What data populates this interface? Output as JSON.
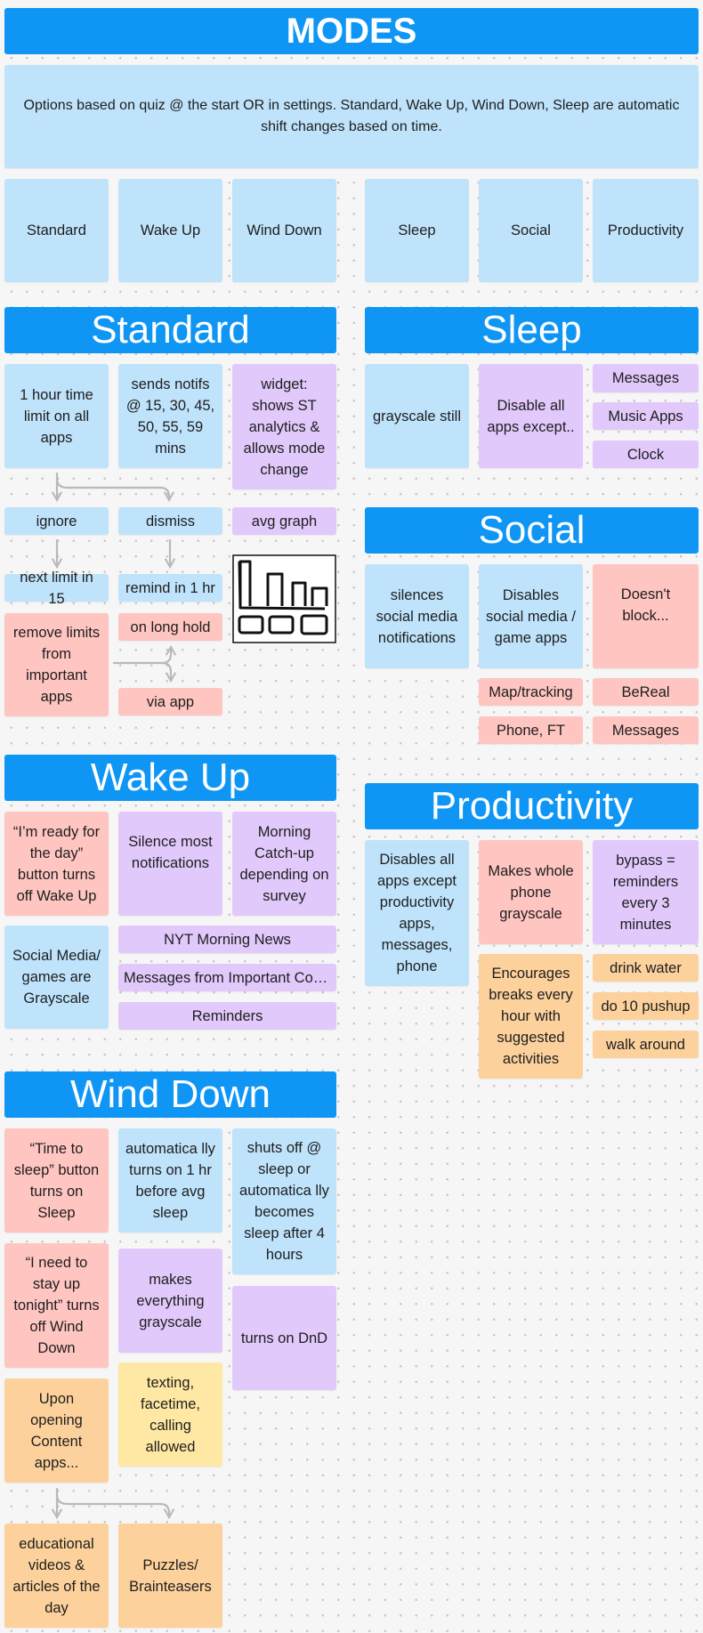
{
  "title": "MODES",
  "intro": "Options based on quiz @ the start OR in settings. Standard, Wake Up, Wind Down, Sleep are automatic shift changes based on time.",
  "mode_list": [
    "Standard",
    "Wake Up",
    "Wind Down",
    "Sleep",
    "Social",
    "Productivity"
  ],
  "standard": {
    "header": "Standard",
    "time_limit": "1 hour time limit on all apps",
    "notifs": "sends notifs @ 15, 30, 45, 50, 55, 59 mins",
    "widget": "widget: shows ST analytics & allows mode change",
    "ignore": "ignore",
    "dismiss": "dismiss",
    "avg_graph": "avg graph",
    "next_limit": "next limit in 15",
    "remind": "remind in 1 hr",
    "remove_limits": "remove limits from important apps",
    "long_hold": "on long hold",
    "via_app": "via app"
  },
  "sleep": {
    "header": "Sleep",
    "grayscale": "grayscale still",
    "disable": "Disable all apps except..",
    "exceptions": [
      "Messages",
      "Music Apps",
      "Clock"
    ]
  },
  "social": {
    "header": "Social",
    "silences": "silences social media notifications",
    "disables": "Disables social media / game apps",
    "doesnt_block": "Doesn't block...",
    "allowed": [
      "Map/tracking",
      "BeReal",
      "Phone, FT",
      "Messages"
    ]
  },
  "wake_up": {
    "header": "Wake Up",
    "ready_button": "“I’m ready for the day” button turns off Wake Up",
    "silence": "Silence most notifications",
    "catchup": "Morning Catch-up depending on survey",
    "grayscale": "Social Media/ games  are Grayscale",
    "catchup_items": [
      "NYT Morning News",
      "Messages from Important Contacts",
      "Reminders"
    ]
  },
  "productivity": {
    "header": "Productivity",
    "disables": "Disables all apps except productivity apps, messages, phone",
    "grayscale": "Makes whole phone grayscale",
    "bypass": "bypass = reminders every 3 minutes",
    "breaks": "Encourages breaks every hour with suggested activities",
    "activities": [
      "drink water",
      "do 10 pushup",
      "walk around"
    ]
  },
  "wind_down": {
    "header": "Wind Down",
    "sleep_button": "“Time to sleep” button turns on Sleep",
    "auto_on": "automatica lly turns on 1 hr before avg sleep",
    "shuts_off": "shuts off @ sleep or automatica lly becomes sleep after 4 hours",
    "stay_up": "“I need to stay up tonight” turns off Wind Down",
    "grayscale": "makes everything grayscale",
    "dnd": "turns on DnD",
    "content_apps": "Upon opening Content apps...",
    "texting": "texting, facetime, calling allowed",
    "educational": "educational videos & articles of the day",
    "puzzles": "Puzzles/ Brainteasers"
  },
  "colors": {
    "header": "#0f96f5",
    "blue": "#bfe3fb",
    "purple": "#e1c9fb",
    "pink": "#fec5c1",
    "orange": "#fcd19c",
    "yellow": "#ffe8a3",
    "arrow": "#b9b9b9"
  }
}
